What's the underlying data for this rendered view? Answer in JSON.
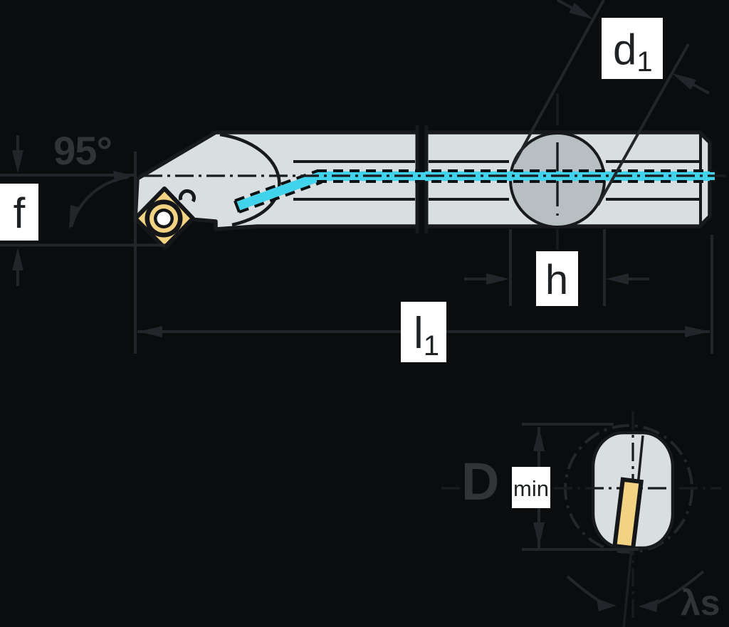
{
  "diagram": {
    "title": "boring-bar-dimension-drawing",
    "labels": {
      "entering_angle": "95°",
      "tip_offset": "f",
      "shank_diameter_main": "d",
      "shank_diameter_sub": "1",
      "clamp_height": "h",
      "overall_length_main": "l",
      "overall_length_sub": "1",
      "min_bore_main": "D",
      "min_bore_sub": "min",
      "inclination_angle": "λs"
    },
    "colors": {
      "background": "#0b0c0d",
      "body_fill": "#d9dfe0",
      "bore_circle_fill": "#b7bfc2",
      "insert_fill": "#f2d283",
      "coolant_channel": "#41d3ec",
      "outline": "#17191b",
      "dimension_lines": "#22262a",
      "label_box": "#ffffff",
      "label_text": "#1f2224",
      "floating_label_text": "#303437"
    }
  }
}
